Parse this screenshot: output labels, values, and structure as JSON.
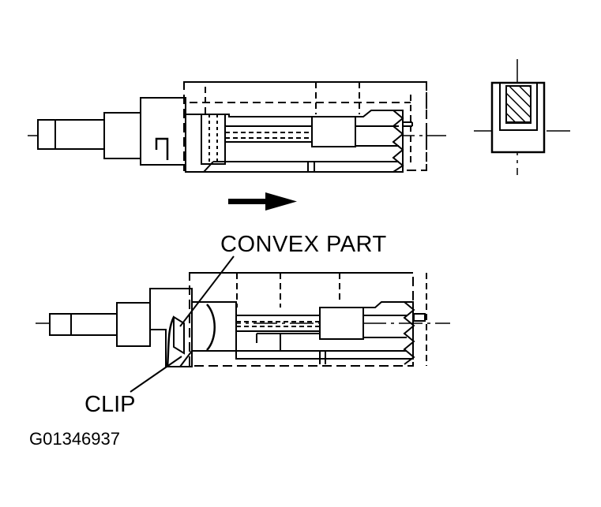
{
  "labels": {
    "convex_part": "CONVEX PART",
    "clip": "CLIP",
    "figure_code": "G01346937"
  },
  "colors": {
    "ink": "#000000",
    "background": "#ffffff"
  },
  "icons": {
    "direction": "arrow-right-icon"
  }
}
